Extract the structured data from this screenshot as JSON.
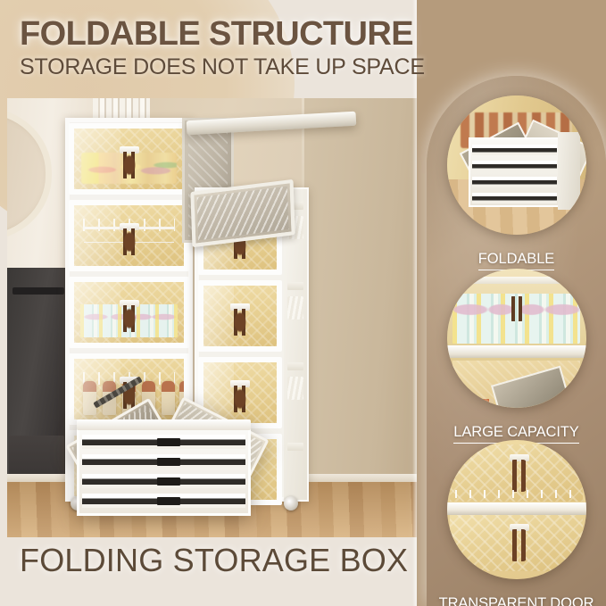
{
  "header": {
    "title": "FOLDABLE STRUCTURE",
    "subtitle": "STORAGE DOES NOT TAKE UP SPACE"
  },
  "footer": {
    "title": "FOLDING STORAGE BOX"
  },
  "features": [
    {
      "label": "FOLDABLE",
      "scene": "folded-flat-stack-of-boxes"
    },
    {
      "label": "LARGE CAPACITY",
      "scene": "shelf-full-of-milk-cartons"
    },
    {
      "label": "TRANSPARENT DOOR",
      "scene": "amber-transparent-doors-closeup"
    }
  ],
  "main_photo": {
    "scene": "two-tall-white-folding-storage-cabinets-in-room",
    "cabinet_a": {
      "drawers": [
        {
          "contents": "snack-bags"
        },
        {
          "contents": "wire-rack-empty"
        },
        {
          "contents": "milk-cartons"
        },
        {
          "contents": "sauce-bottles"
        },
        {
          "contents": "empty"
        }
      ]
    },
    "cabinet_b": {
      "drawers": [
        {
          "contents": "open-flip-lid"
        },
        {
          "contents": "closed-door"
        },
        {
          "contents": "closed-door"
        },
        {
          "contents": "closed-door"
        }
      ]
    },
    "foreground": {
      "item": "folded-flat-box-stack",
      "layers": 4
    },
    "floor": "light-wood-plank",
    "casters": 4
  },
  "colors": {
    "page_background": "#ebe4db",
    "title_brown": "#6b5441",
    "subtitle_brown": "#5e4b3a",
    "panel_brown": "#b59b7c",
    "arch_brown": "#a2886b",
    "label_white": "#ffffff",
    "door_amber": "#e8d194",
    "handle_brown": "#5d3a21",
    "cabinet_white": "#fbfaf8",
    "floor_wood": "#cda574",
    "title_blob_tan": "#e0c9a8"
  }
}
